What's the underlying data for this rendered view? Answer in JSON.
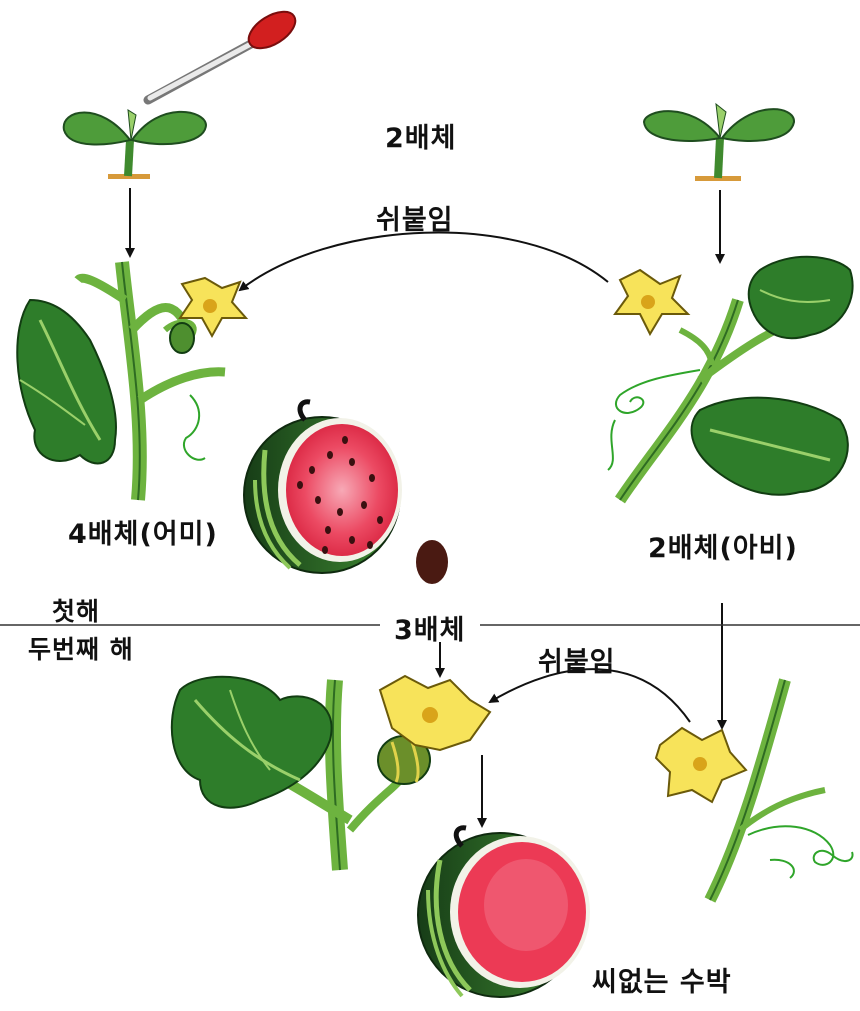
{
  "labels": {
    "diploid_top": "2배체",
    "cross_top": "쉬붙임",
    "tetraploid_mother": "4배체(어미)",
    "diploid_father": "2배체(아비)",
    "first_year": "첫해",
    "second_year": "두번째 해",
    "triploid": "3배체",
    "cross_bottom": "쉬붙임",
    "seedless_watermelon": "씨없는 수박"
  },
  "colors": {
    "leaf_dark": "#2e7d2a",
    "leaf_light": "#7cc143",
    "stem": "#6db33f",
    "flower": "#f7e35a",
    "flesh": "#e8324f",
    "rind_dark": "#1f4d1f",
    "dropper_bulb": "#d21f1f",
    "seed": "#4a1a12"
  }
}
